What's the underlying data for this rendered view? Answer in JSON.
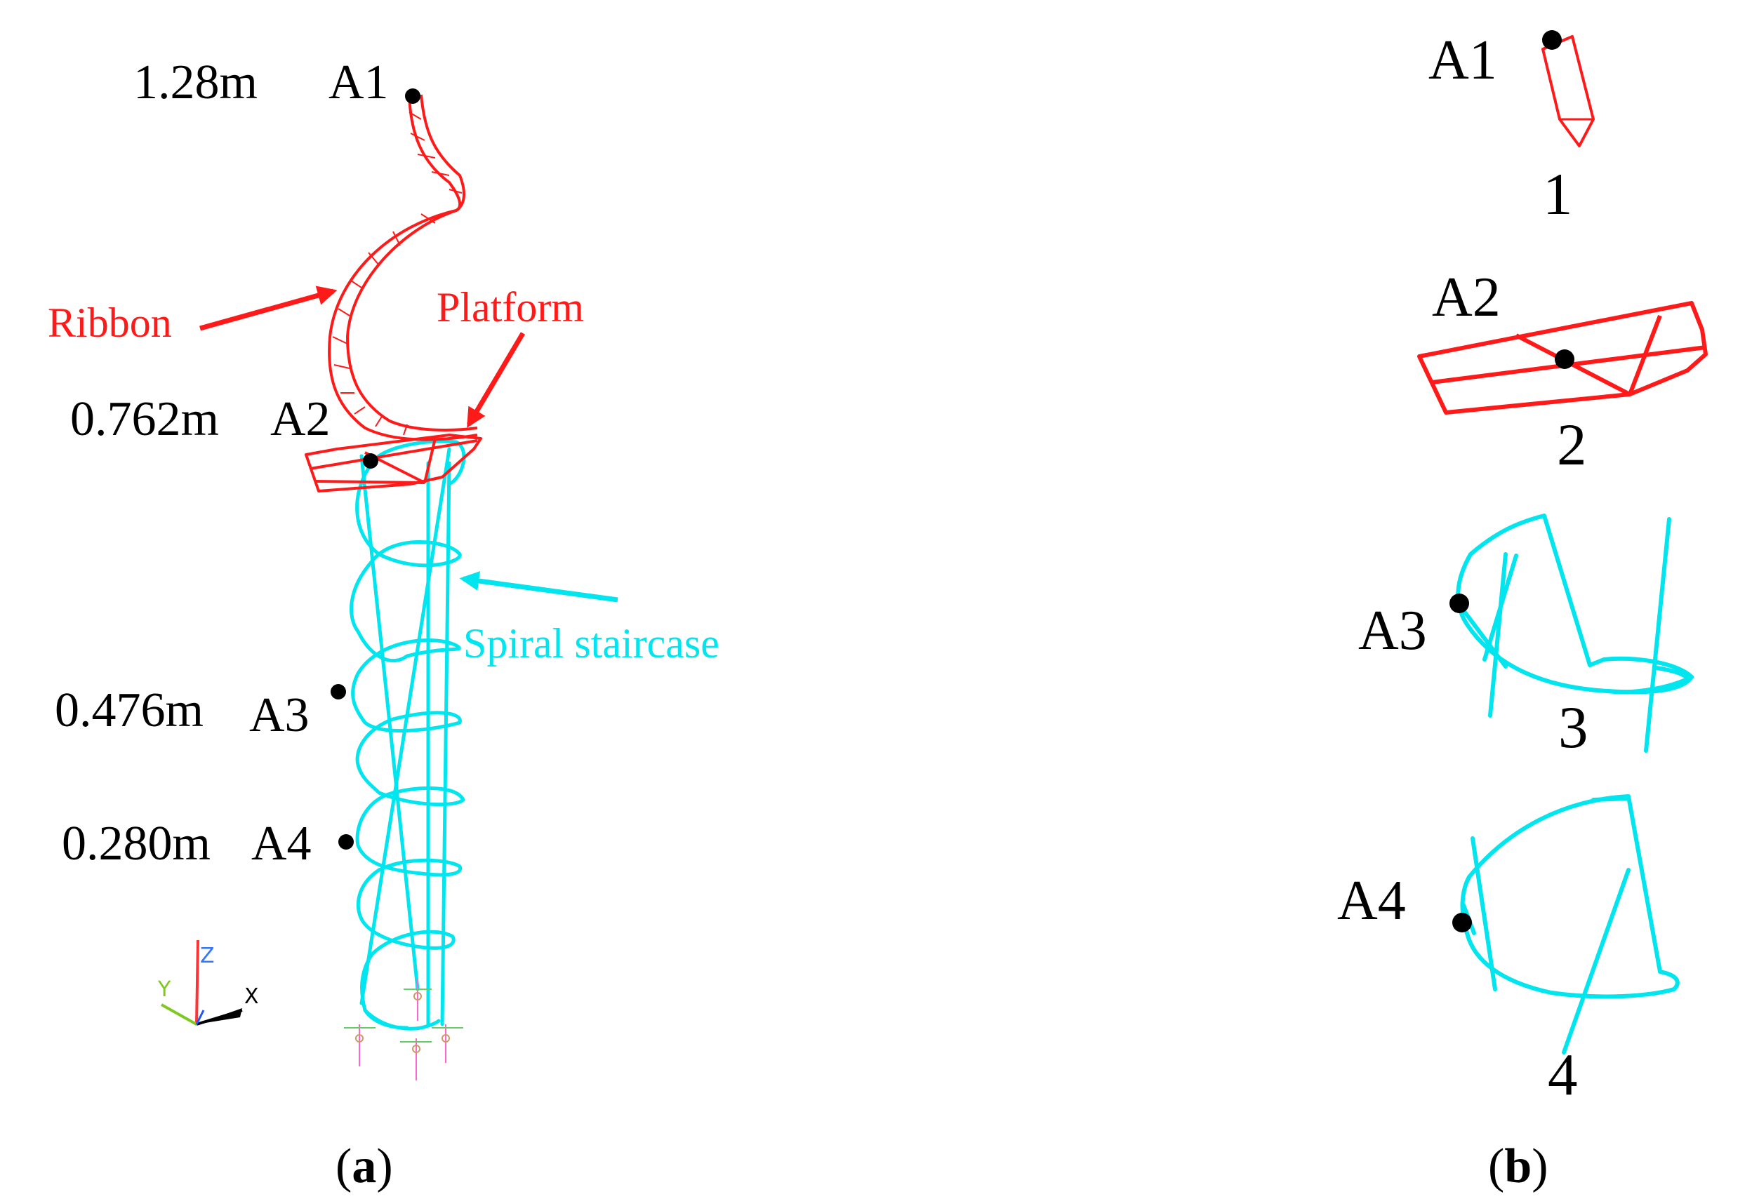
{
  "panel_a": {
    "labels": {
      "h1": "1.28m",
      "a1": "A1",
      "h2": "0.762m",
      "a2": "A2",
      "h3": "0.476m",
      "a3": "A3",
      "h4": "0.280m",
      "a4": "A4"
    },
    "callouts": {
      "ribbon": "Ribbon",
      "platform": "Platform",
      "staircase": "Spiral staircase"
    },
    "axes": {
      "x": "X",
      "y": "Y",
      "z": "Z"
    },
    "caption_open": "(",
    "caption_letter": "a",
    "caption_close": ")"
  },
  "panel_b": {
    "items": [
      {
        "point": "A1",
        "number": "1"
      },
      {
        "point": "A2",
        "number": "2"
      },
      {
        "point": "A3",
        "number": "3"
      },
      {
        "point": "A4",
        "number": "4"
      }
    ],
    "caption_open": "(",
    "caption_letter": "b",
    "caption_close": ")"
  },
  "colors": {
    "ribbon": "#ff1a1a",
    "staircase": "#00e5ee",
    "point": "#000000",
    "text": "#000000",
    "axis_x": "#000000",
    "axis_y": "#7ec820",
    "axis_z": "#ff3333",
    "support": "#ff66cc"
  }
}
